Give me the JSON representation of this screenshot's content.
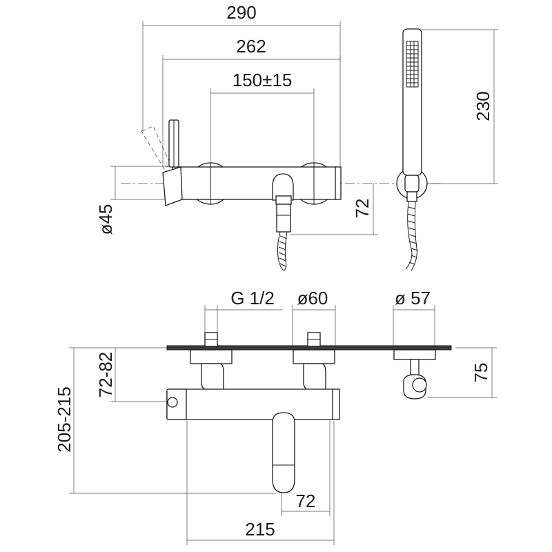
{
  "drawing": {
    "top_view": {
      "overall_length": "290",
      "body_length": "262",
      "inlet_centres": "150±15",
      "body_diameter": "ø45",
      "spout_offset": "72",
      "handshower_length": "230"
    },
    "front_view": {
      "connection_thread": "G 1/2",
      "escutcheon_diameter": "ø60",
      "holder_diameter": "ø 57",
      "holder_height": "75",
      "overall_projection": "205-215",
      "body_projection": "72-82",
      "spout_projection": "72",
      "spout_reach": "215"
    }
  }
}
